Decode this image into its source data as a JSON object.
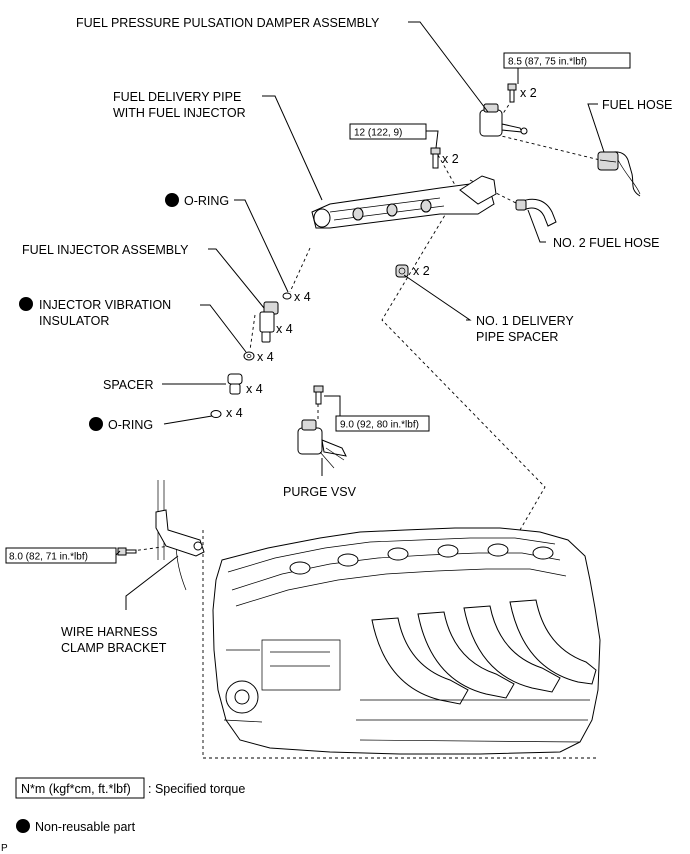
{
  "labels": {
    "damper": "FUEL PRESSURE PULSATION DAMPER ASSEMBLY",
    "delivery_pipe_1": "FUEL DELIVERY PIPE",
    "delivery_pipe_2": "WITH FUEL INJECTOR",
    "fuel_hose": "FUEL HOSE",
    "o_ring_top": "O-RING",
    "no2_fuel_hose": "NO. 2 FUEL HOSE",
    "injector": "FUEL INJECTOR ASSEMBLY",
    "insulator_1": "INJECTOR VIBRATION",
    "insulator_2": "INSULATOR",
    "spacer_1": "NO. 1 DELIVERY",
    "spacer_2": "PIPE SPACER",
    "spacer": "SPACER",
    "o_ring_bottom": "O-RING",
    "purge_vsv": "PURGE VSV",
    "bracket_1": "WIRE HARNESS",
    "bracket_2": "CLAMP BRACKET"
  },
  "quantities": {
    "damper_bolt": "x 2",
    "pipe_bolt": "x 2",
    "o_ring_top": "x 4",
    "injector": "x 4",
    "insulator": "x 4",
    "delivery_spacer": "x 2",
    "spacer": "x 4",
    "o_ring_bottom": "x 4"
  },
  "torques": {
    "damper_bolt": "8.5 (87, 75 in.*lbf)",
    "pipe_bolt": "12 (122, 9)",
    "purge_vsv": "9.0 (92, 80 in.*lbf)",
    "bracket": "8.0 (82, 71 in.*lbf)"
  },
  "legend": {
    "torque_box": "N*m (kgf*cm, ft.*lbf)",
    "torque_desc": ": Specified torque",
    "non_reusable": "Non-reusable part"
  },
  "corner_mark": "P"
}
